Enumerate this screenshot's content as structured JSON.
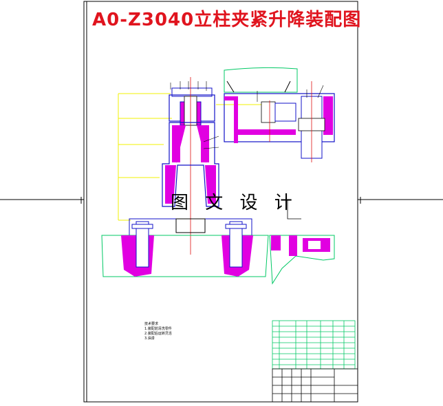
{
  "drawing": {
    "title": "A0-Z3040立柱夹紧升降装配图",
    "watermark": "图 文 设 计",
    "colors": {
      "frame": "#000000",
      "part_outline": "#1010c8",
      "section_fill": "#e100e1",
      "dimension_line": "#f0f000",
      "table_lines": "#00c864",
      "title_text": "#e0141e",
      "centerline": "#e01010"
    },
    "tech_notes": [
      "技术要求",
      "1.装配前清洗零件",
      "2.装配后运转灵活",
      "3.油漆"
    ]
  }
}
